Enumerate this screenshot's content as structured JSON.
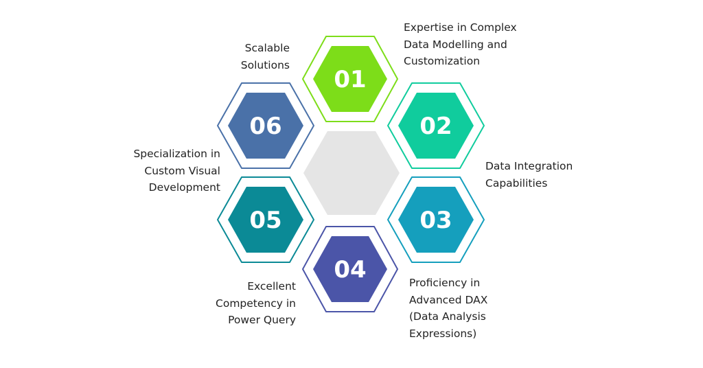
{
  "colors": {
    "center": "#e5e5e5",
    "items": [
      "#7ddd19",
      "#10cc9d",
      "#159fbd",
      "#4b55a8",
      "#0b8a96",
      "#4a71a8"
    ]
  },
  "items": [
    {
      "num": "01",
      "label": [
        "Expertise in Complex",
        "Data Modelling and",
        "Customization"
      ]
    },
    {
      "num": "02",
      "label": [
        "Data Integration",
        "Capabilities"
      ]
    },
    {
      "num": "03",
      "label": [
        "Proficiency in",
        "Advanced DAX",
        "(Data Analysis",
        "Expressions)"
      ]
    },
    {
      "num": "04",
      "label": [
        "Excellent",
        "Competency in",
        "Power Query"
      ]
    },
    {
      "num": "05",
      "label": [
        "Specialization in",
        "Custom Visual",
        "Development"
      ]
    },
    {
      "num": "06",
      "label": [
        "Scalable",
        "Solutions"
      ]
    }
  ]
}
